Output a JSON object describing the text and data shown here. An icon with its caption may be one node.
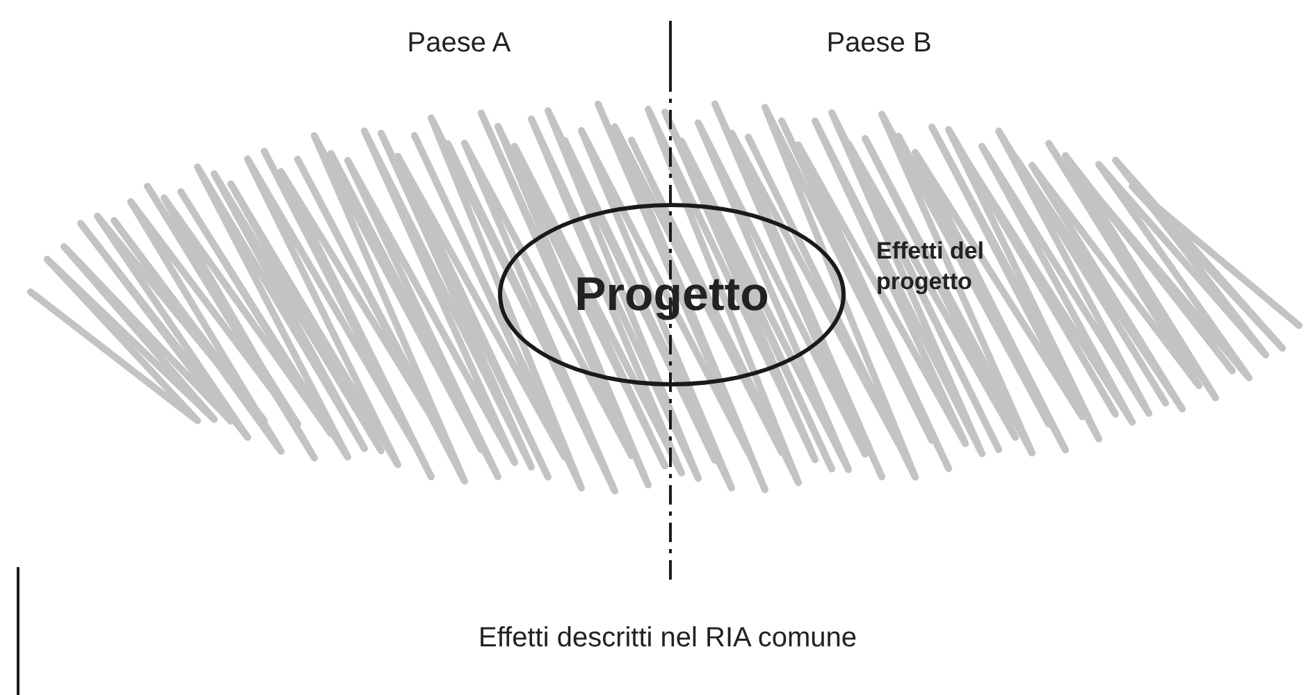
{
  "diagram": {
    "nodes": [
      {
        "text": [
          "Effetti del progetto"
        ]
      },
      {
        "text": [
          "Progetto"
        ],
        "in": 0
      }
    ],
    "labels": [
      "Paese A",
      "Paese B",
      "Effetti descritti nel RIA comune"
    ]
  }
}
